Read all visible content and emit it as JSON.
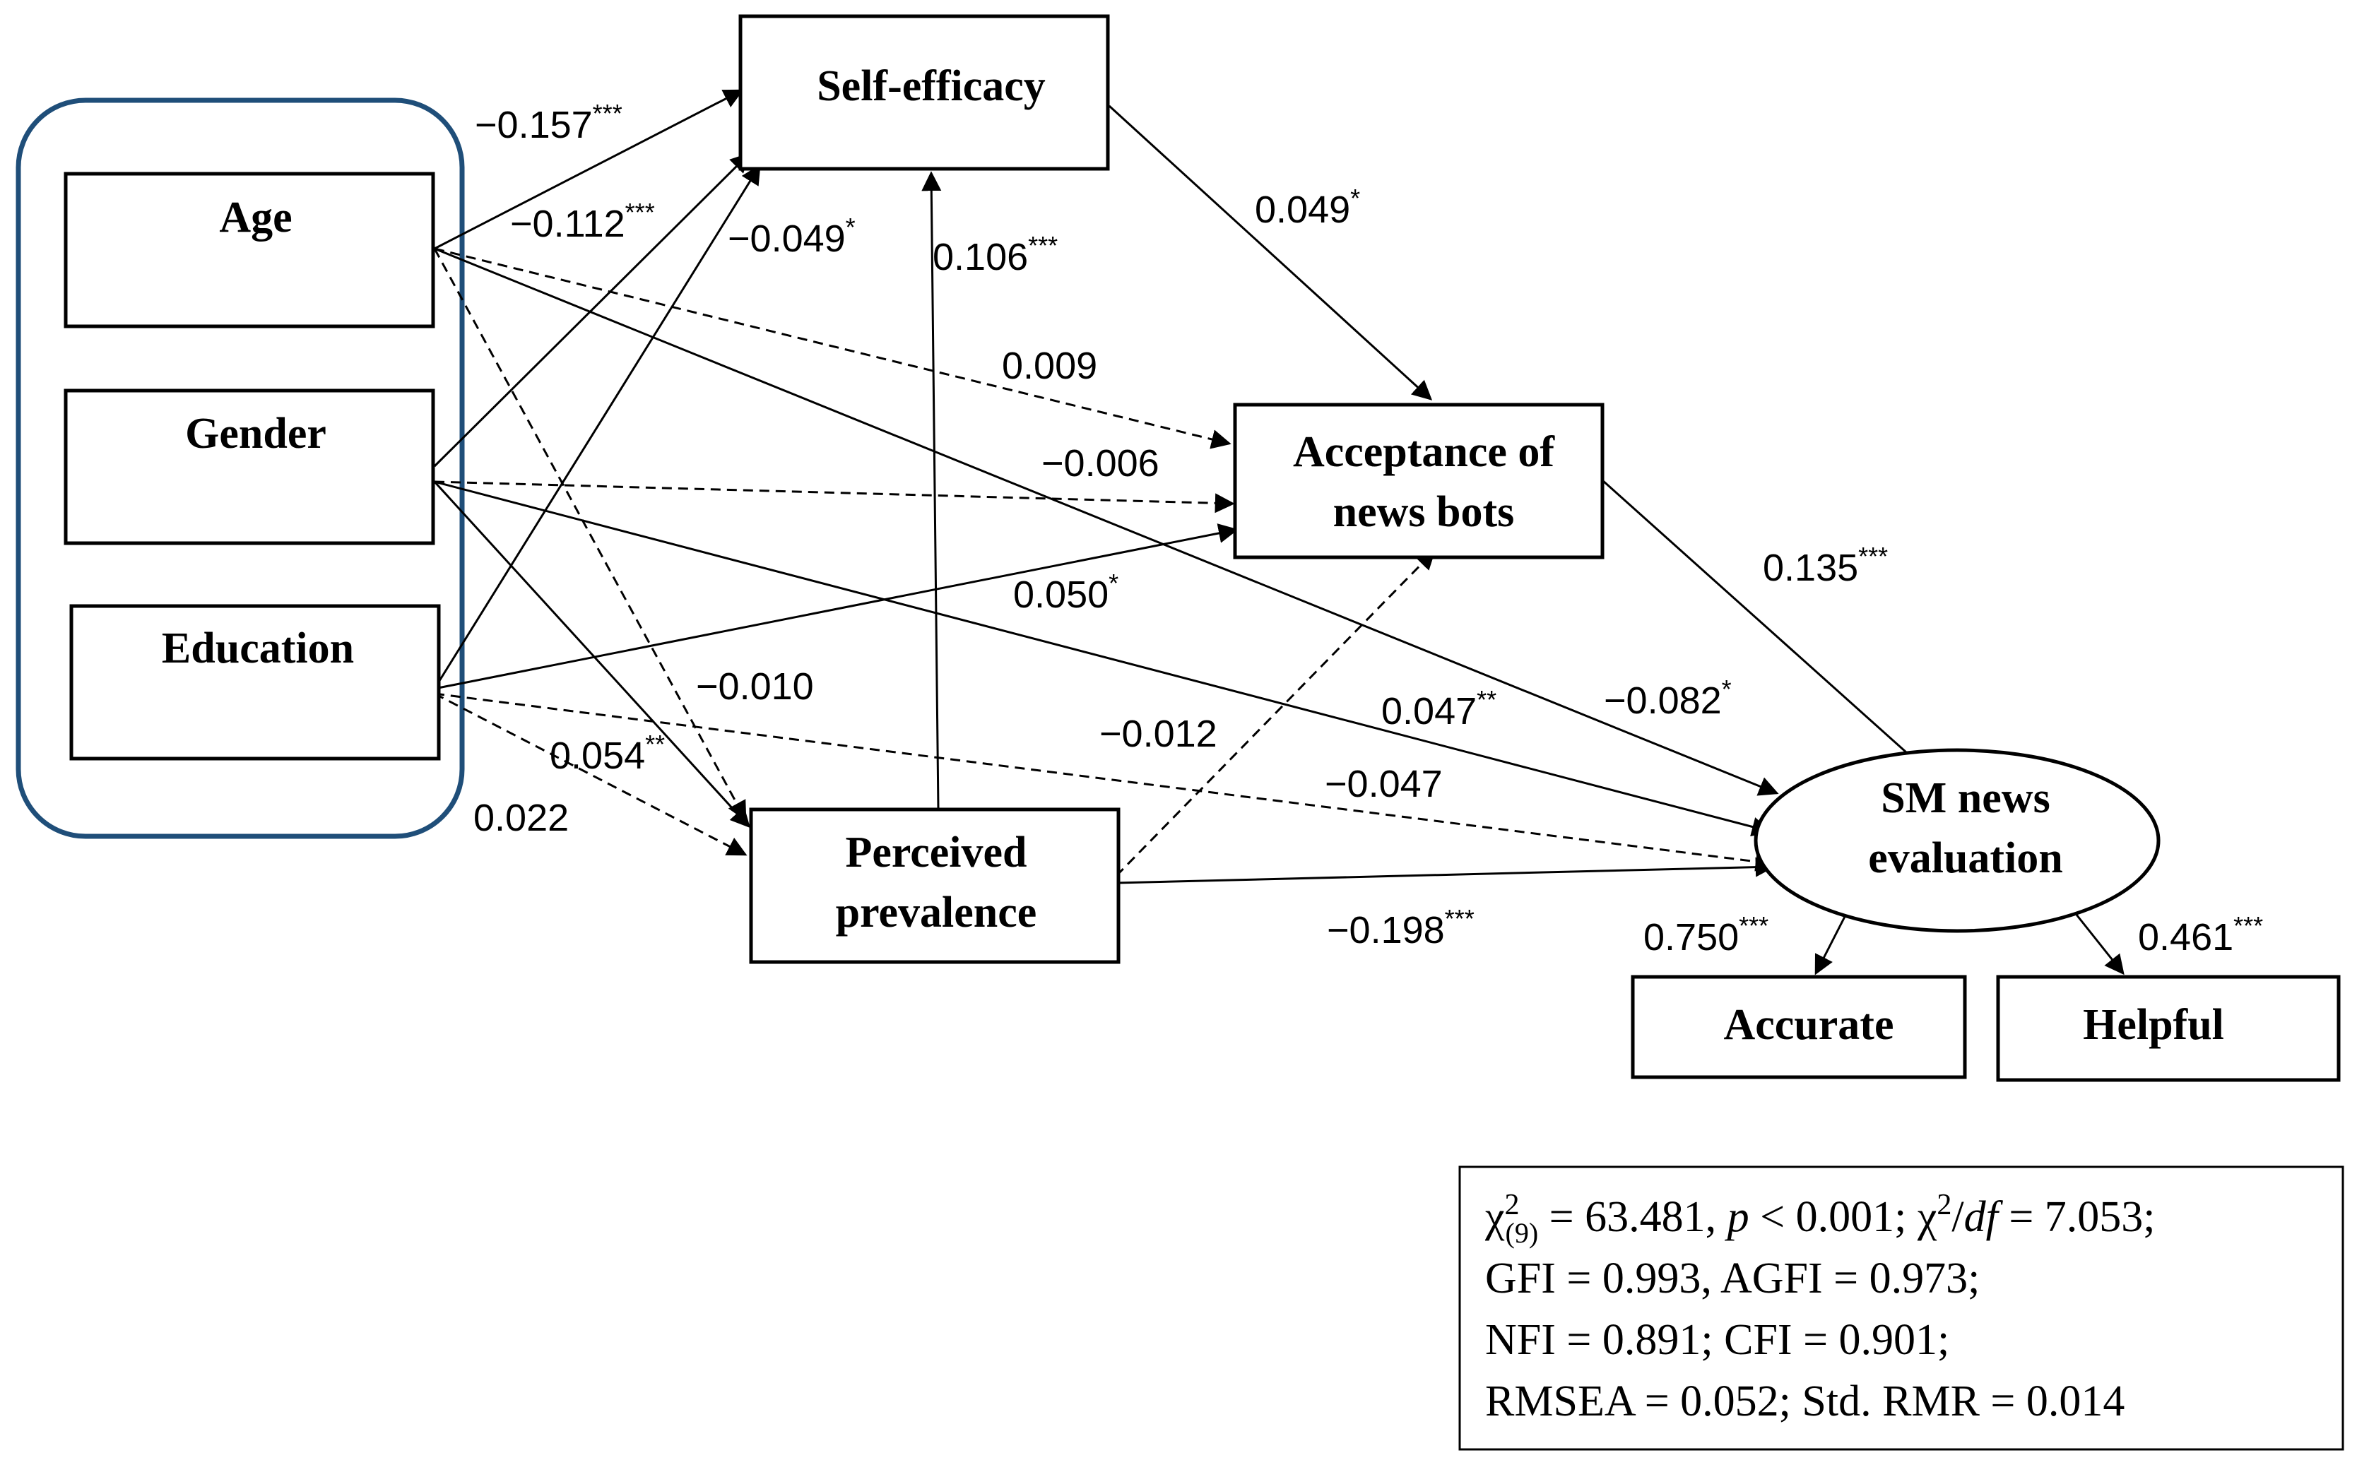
{
  "nodes": {
    "age": "Age",
    "gender": "Gender",
    "education": "Education",
    "self_efficacy": "Self-efficacy",
    "acceptance_line1": "Acceptance of",
    "acceptance_line2": "news bots",
    "perceived_line1": "Perceived",
    "perceived_line2": "prevalence",
    "sm_line1": "SM news",
    "sm_line2": "evaluation",
    "accurate": "Accurate",
    "helpful": "Helpful"
  },
  "coefficients": {
    "age_self": {
      "value": "−0.157",
      "sig": "***"
    },
    "gender_self": {
      "value": "−0.112",
      "sig": "***"
    },
    "edu_self": {
      "value": "−0.049",
      "sig": "*"
    },
    "perc_self": {
      "value": "0.106",
      "sig": "***"
    },
    "self_accept": {
      "value": "0.049",
      "sig": "*"
    },
    "age_accept": {
      "value": "0.009",
      "sig": ""
    },
    "gender_accept": {
      "value": "−0.006",
      "sig": ""
    },
    "edu_accept": {
      "value": "0.050",
      "sig": "*"
    },
    "accept_sm": {
      "value": "0.135",
      "sig": "***"
    },
    "age_sm": {
      "value": "−0.082",
      "sig": "*"
    },
    "gender_sm": {
      "value": "0.047",
      "sig": "**"
    },
    "age_perc": {
      "value": "−0.010",
      "sig": ""
    },
    "perc_accept": {
      "value": "−0.012",
      "sig": ""
    },
    "gender_perc": {
      "value": "0.054",
      "sig": "**"
    },
    "edu_sm": {
      "value": "−0.047",
      "sig": ""
    },
    "edu_perc": {
      "value": "0.022",
      "sig": ""
    },
    "perc_sm": {
      "value": "−0.198",
      "sig": "***"
    },
    "sm_accurate": {
      "value": "0.750",
      "sig": "***"
    },
    "sm_helpful": {
      "value": "0.461",
      "sig": "***"
    }
  },
  "fit": {
    "line1_chi": "χ",
    "line1_sup": "2",
    "line1_sub": "(9)",
    "line1_eq1": " = 63.481, ",
    "line1_p": "p",
    "line1_eq2": " < 0.001; χ",
    "line1_sup2": "2",
    "line1_slash": "/",
    "line1_df": "df",
    "line1_eq3": " = 7.053;",
    "line2": "GFI = 0.993, AGFI = 0.973;",
    "line3": "NFI = 0.891; CFI = 0.901;",
    "line4": "RMSEA = 0.052; Std. RMR = 0.014"
  }
}
